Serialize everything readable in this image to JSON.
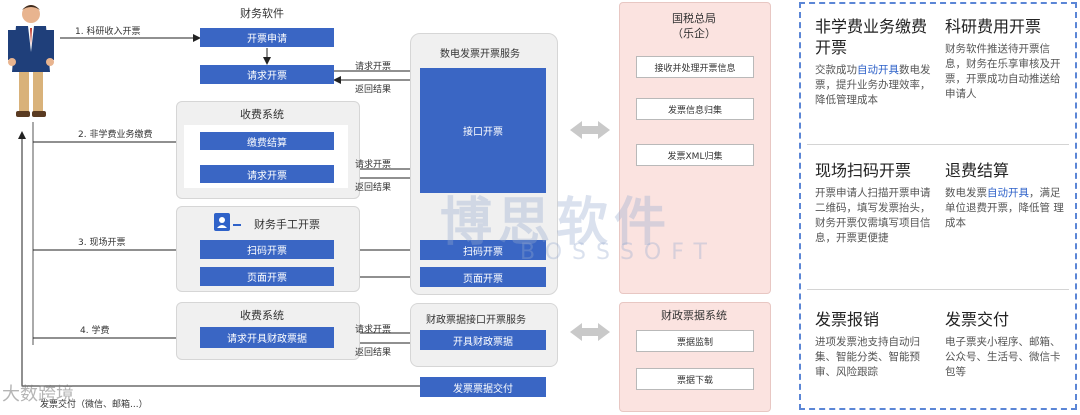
{
  "flows": {
    "f1": "1. 科研收入开票",
    "f2": "2. 非学费业务缴费",
    "f3": "3. 现场开票",
    "f4": "4. 学费",
    "f5": "发票交付（微信、邮箱...）"
  },
  "finance_software": {
    "title": "财务软件",
    "apply": "开票申请",
    "request": "请求开票"
  },
  "charge_system_1": {
    "title": "收费系统",
    "settle": "缴费结算",
    "request": "请求开票"
  },
  "manual_invoice": {
    "title": "财务手工开票",
    "scan": "扫码开票",
    "page": "页面开票"
  },
  "charge_system_2": {
    "title": "收费系统",
    "request": "请求开具财政票据"
  },
  "arrow_labels": {
    "req1": "请求开票",
    "ret1": "返回结果",
    "req2": "请求开票",
    "ret2": "返回结果",
    "req3": "请求开票",
    "ret3": "返回结果"
  },
  "digital_service": {
    "title": "数电发票开票服务",
    "api": "接口开票",
    "scan": "扫码开票",
    "page": "页面开票"
  },
  "fiscal_service": {
    "title": "财政票据接口开票服务",
    "issue": "开具财政票据"
  },
  "invoice_pool": {
    "deliver": "发票票据交付"
  },
  "tax_bureau": {
    "title_line1": "国税总局",
    "title_line2": "（乐企）",
    "item1": "接收并处理开票信息",
    "item2": "发票信息归集",
    "item3": "发票XML归集"
  },
  "fiscal_system": {
    "title": "财政票据系统",
    "item1": "票据监制",
    "item2": "票据下载"
  },
  "watermark": {
    "cn": "博思软件",
    "en": "BOSSSOFT",
    "corner": "大数跨境"
  },
  "features": [
    {
      "title": "非学费业务缴费开票",
      "desc_pre": "交款成功",
      "desc_hl": "自动开具",
      "desc_post": "数电发票，提升业务办理效率， 降低管理成本"
    },
    {
      "title": "科研费用开票",
      "desc_pre": "财务软件推送待开票信息，财务在乐享审核及开 票，开票成功自动推送给申请人",
      "desc_hl": "",
      "desc_post": ""
    },
    {
      "title": "现场扫码开票",
      "desc_pre": "开票申请人扫描开票申请二维码，填写发票抬头， 财务开票仅需填写项目信息，开票更便捷",
      "desc_hl": "",
      "desc_post": ""
    },
    {
      "title": "退费结算",
      "desc_pre": "数电发票",
      "desc_hl": "自动开具",
      "desc_post": "，满足单位退费开票，降低管 理成本"
    },
    {
      "title": "发票报销",
      "desc_pre": "进项发票池支持自动归集、智能分类、智能预审、风险跟踪",
      "desc_hl": "",
      "desc_post": ""
    },
    {
      "title": "发票交付",
      "desc_pre": "电子票夹小程序、邮箱、公众号、生活号、微信卡包等",
      "desc_hl": "",
      "desc_post": ""
    }
  ],
  "colors": {
    "blue_box": "#3a66c4",
    "panel_gray": "#f0f0f0",
    "pink_panel": "#fbe3e0",
    "dashed_border": "#5b86d6",
    "highlight": "#2f62c9"
  }
}
